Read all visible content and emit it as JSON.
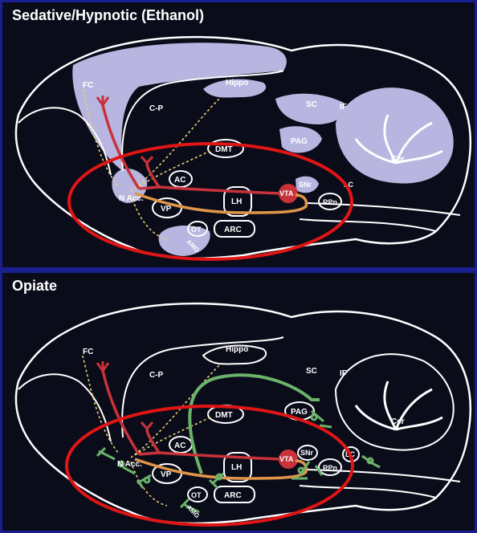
{
  "panels": [
    {
      "title": "Sedative/Hypnotic (Ethanol)",
      "labels": {
        "fc": "FC",
        "hippo": "Hippo",
        "cp": "C-P",
        "sc": "SC",
        "if": "IF",
        "pag": "PAG",
        "cer": "Cer",
        "dmt": "DMT",
        "ac": "AC",
        "nacc": "N Acc.",
        "vp": "VP",
        "lh": "LH",
        "vta": "VTA",
        "snr": "SNr",
        "rpn": "RPn",
        "lc": "LC",
        "ot": "OT",
        "arc": "ARC",
        "amg": "AMG"
      }
    },
    {
      "title": "Opiate",
      "labels": {
        "fc": "FC",
        "hippo": "Hippo",
        "cp": "C-P",
        "sc": "SC",
        "if": "IF",
        "pag": "PAG",
        "cer": "Cer",
        "dmt": "DMT",
        "ac": "AC",
        "nacc": "N Acc.",
        "vp": "VP",
        "lh": "LH",
        "vta": "VTA",
        "snr": "SNr",
        "rpn": "RPn",
        "lc": "LC",
        "ot": "OT",
        "arc": "ARC",
        "amg": "AMG"
      }
    }
  ],
  "colors": {
    "background": "#0b0c1a",
    "frame": "#1a1f8f",
    "outline": "#ffffff",
    "highlight_region": "#b8b6e0",
    "dopamine_pathway": "#c8323a",
    "orange_pathway": "#e0954a",
    "dotted_pathway": "#e8d070",
    "opioid_pathway": "#6bb36b",
    "circle_annotation": "#e01515"
  }
}
